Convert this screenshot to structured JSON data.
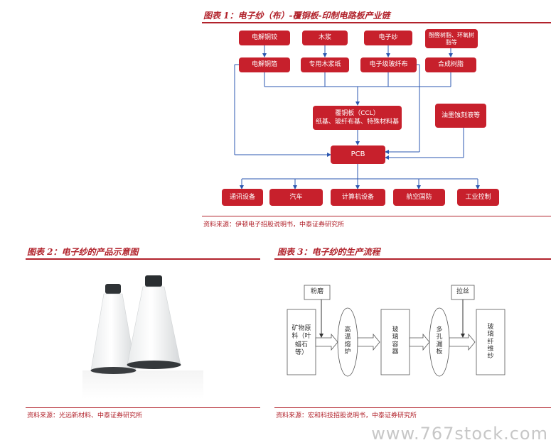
{
  "fig1": {
    "title": "图表 1：电子纱（布）-覆铜板-印制电路板产业链",
    "raw": [
      "电解铜铰",
      "木浆",
      "电子纱",
      "酚醛树脂、环氧树\n脂等"
    ],
    "mid": [
      "电解铜箔",
      "专用木浆纸",
      "电子级玻纤布",
      "合成树脂"
    ],
    "ccl": "覆铜板（CCL）\n纸基、玻纤布基、特殊材料基",
    "etch": "油墨蚀刻液等",
    "pcb": "PCB",
    "apps": [
      "通讯设备",
      "汽车",
      "计算机设备",
      "航空国防",
      "工业控制"
    ],
    "source": "资料来源：伊顿电子招股说明书，中泰证券研究所"
  },
  "fig2": {
    "title": "图表 2：电子纱的产品示意图",
    "source": "资料来源：光远新材料、中泰证券研究所"
  },
  "fig3": {
    "title": "图表 3：电子纱的生产流程",
    "powder": "粉磨",
    "drawing": "拉丝",
    "ore": "矿物原\n料（叶\n蜡石\n等）",
    "melt": "高温熔炉",
    "glass": "玻璃容器",
    "plate": "多孔漏板",
    "yarn": "玻璃纤维纱",
    "source": "资料来源：宏和科技招股说明书，中泰证券研究所"
  },
  "watermark": "www.767stock.com",
  "colors": {
    "accent": "#c7202c",
    "title": "#b1222b"
  }
}
